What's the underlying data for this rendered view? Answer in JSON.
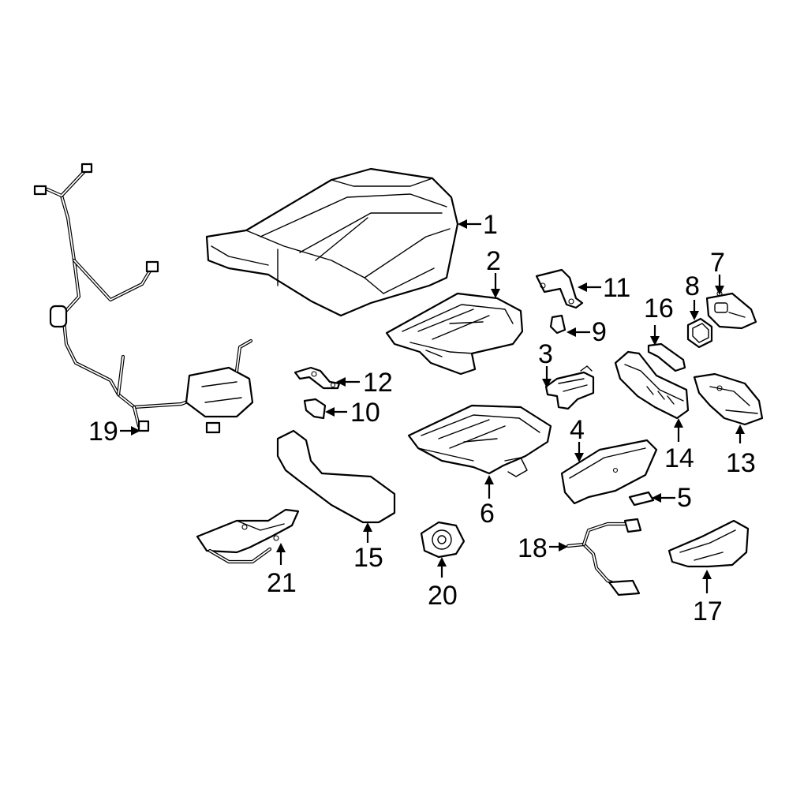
{
  "diagram": {
    "highlight_color": "#3a56c4",
    "line_color": "#000000",
    "background": "#ffffff",
    "highlighted_part": "15",
    "callouts": [
      {
        "id": "c1",
        "label": "1"
      },
      {
        "id": "c2",
        "label": "2"
      },
      {
        "id": "c3",
        "label": "3"
      },
      {
        "id": "c4",
        "label": "4"
      },
      {
        "id": "c5",
        "label": "5"
      },
      {
        "id": "c6",
        "label": "6"
      },
      {
        "id": "c7",
        "label": "7"
      },
      {
        "id": "c8",
        "label": "8"
      },
      {
        "id": "c9",
        "label": "9"
      },
      {
        "id": "c10",
        "label": "10"
      },
      {
        "id": "c11",
        "label": "11"
      },
      {
        "id": "c12",
        "label": "12"
      },
      {
        "id": "c13",
        "label": "13"
      },
      {
        "id": "c14",
        "label": "14"
      },
      {
        "id": "c15",
        "label": "15"
      },
      {
        "id": "c16",
        "label": "16"
      },
      {
        "id": "c17",
        "label": "17"
      },
      {
        "id": "c18",
        "label": "18"
      },
      {
        "id": "c19",
        "label": "19"
      },
      {
        "id": "c20",
        "label": "20"
      },
      {
        "id": "c21",
        "label": "21"
      }
    ]
  }
}
